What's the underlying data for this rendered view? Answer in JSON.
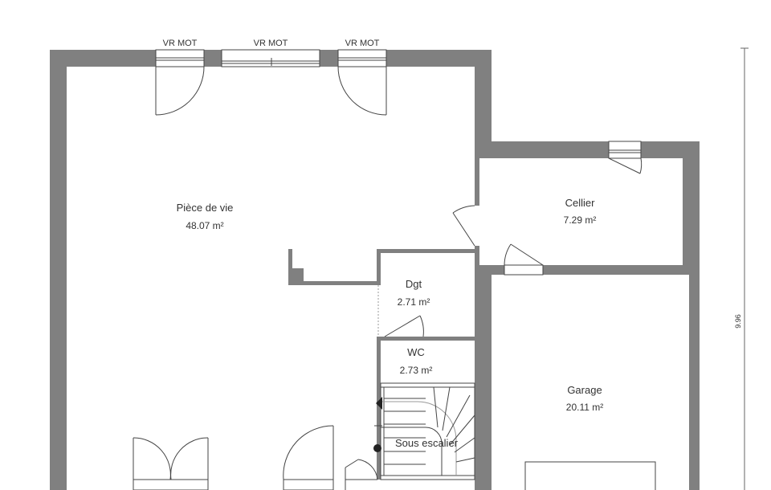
{
  "colors": {
    "wall": "#808080",
    "stroke": "#444444",
    "background": "#ffffff"
  },
  "windows": {
    "w1": "VR MOT",
    "w2": "VR MOT",
    "w3": "VR MOT"
  },
  "rooms": {
    "piece_de_vie": {
      "name": "Pièce de vie",
      "area": "48.07 m²"
    },
    "cellier": {
      "name": "Cellier",
      "area": "7.29 m²"
    },
    "dgt": {
      "name": "Dgt",
      "area": "2.71 m²"
    },
    "wc": {
      "name": "WC",
      "area": "2.73 m²"
    },
    "garage": {
      "name": "Garage",
      "area": "20.11 m²"
    },
    "sous_escalier": {
      "name": "Sous escalier"
    }
  },
  "dimensions": {
    "height_label": "9.96"
  }
}
